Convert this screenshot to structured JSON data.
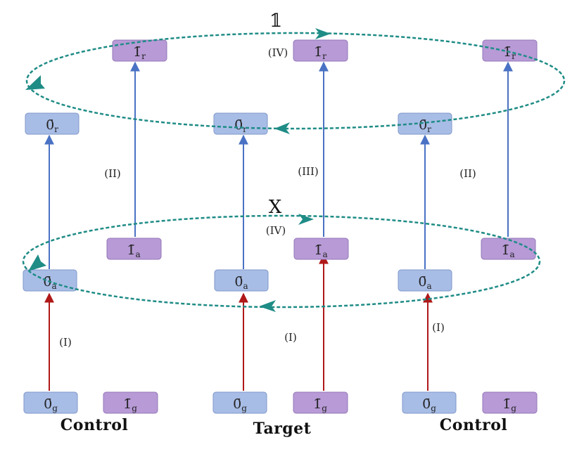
{
  "colors": {
    "zero_fill": "#a8bde6",
    "zero_stroke": "#7f97c9",
    "one_fill": "#b79ad6",
    "one_stroke": "#9478b8",
    "blue_arrow": "#4a72c4",
    "red_arrow": "#b01818",
    "orbit": "#1f8c86"
  },
  "gates": {
    "top": "𝟙",
    "middle": "X"
  },
  "qubits": {
    "left": "Control",
    "center": "Target",
    "right": "Control"
  },
  "levels": {
    "bar_0": "0̄",
    "bar_1": "1̄",
    "sub_g": "g",
    "sub_a": "a",
    "sub_r": "r"
  },
  "steps": {
    "I": "(I)",
    "II": "(II)",
    "III": "(III)",
    "IV": "(IV)"
  }
}
